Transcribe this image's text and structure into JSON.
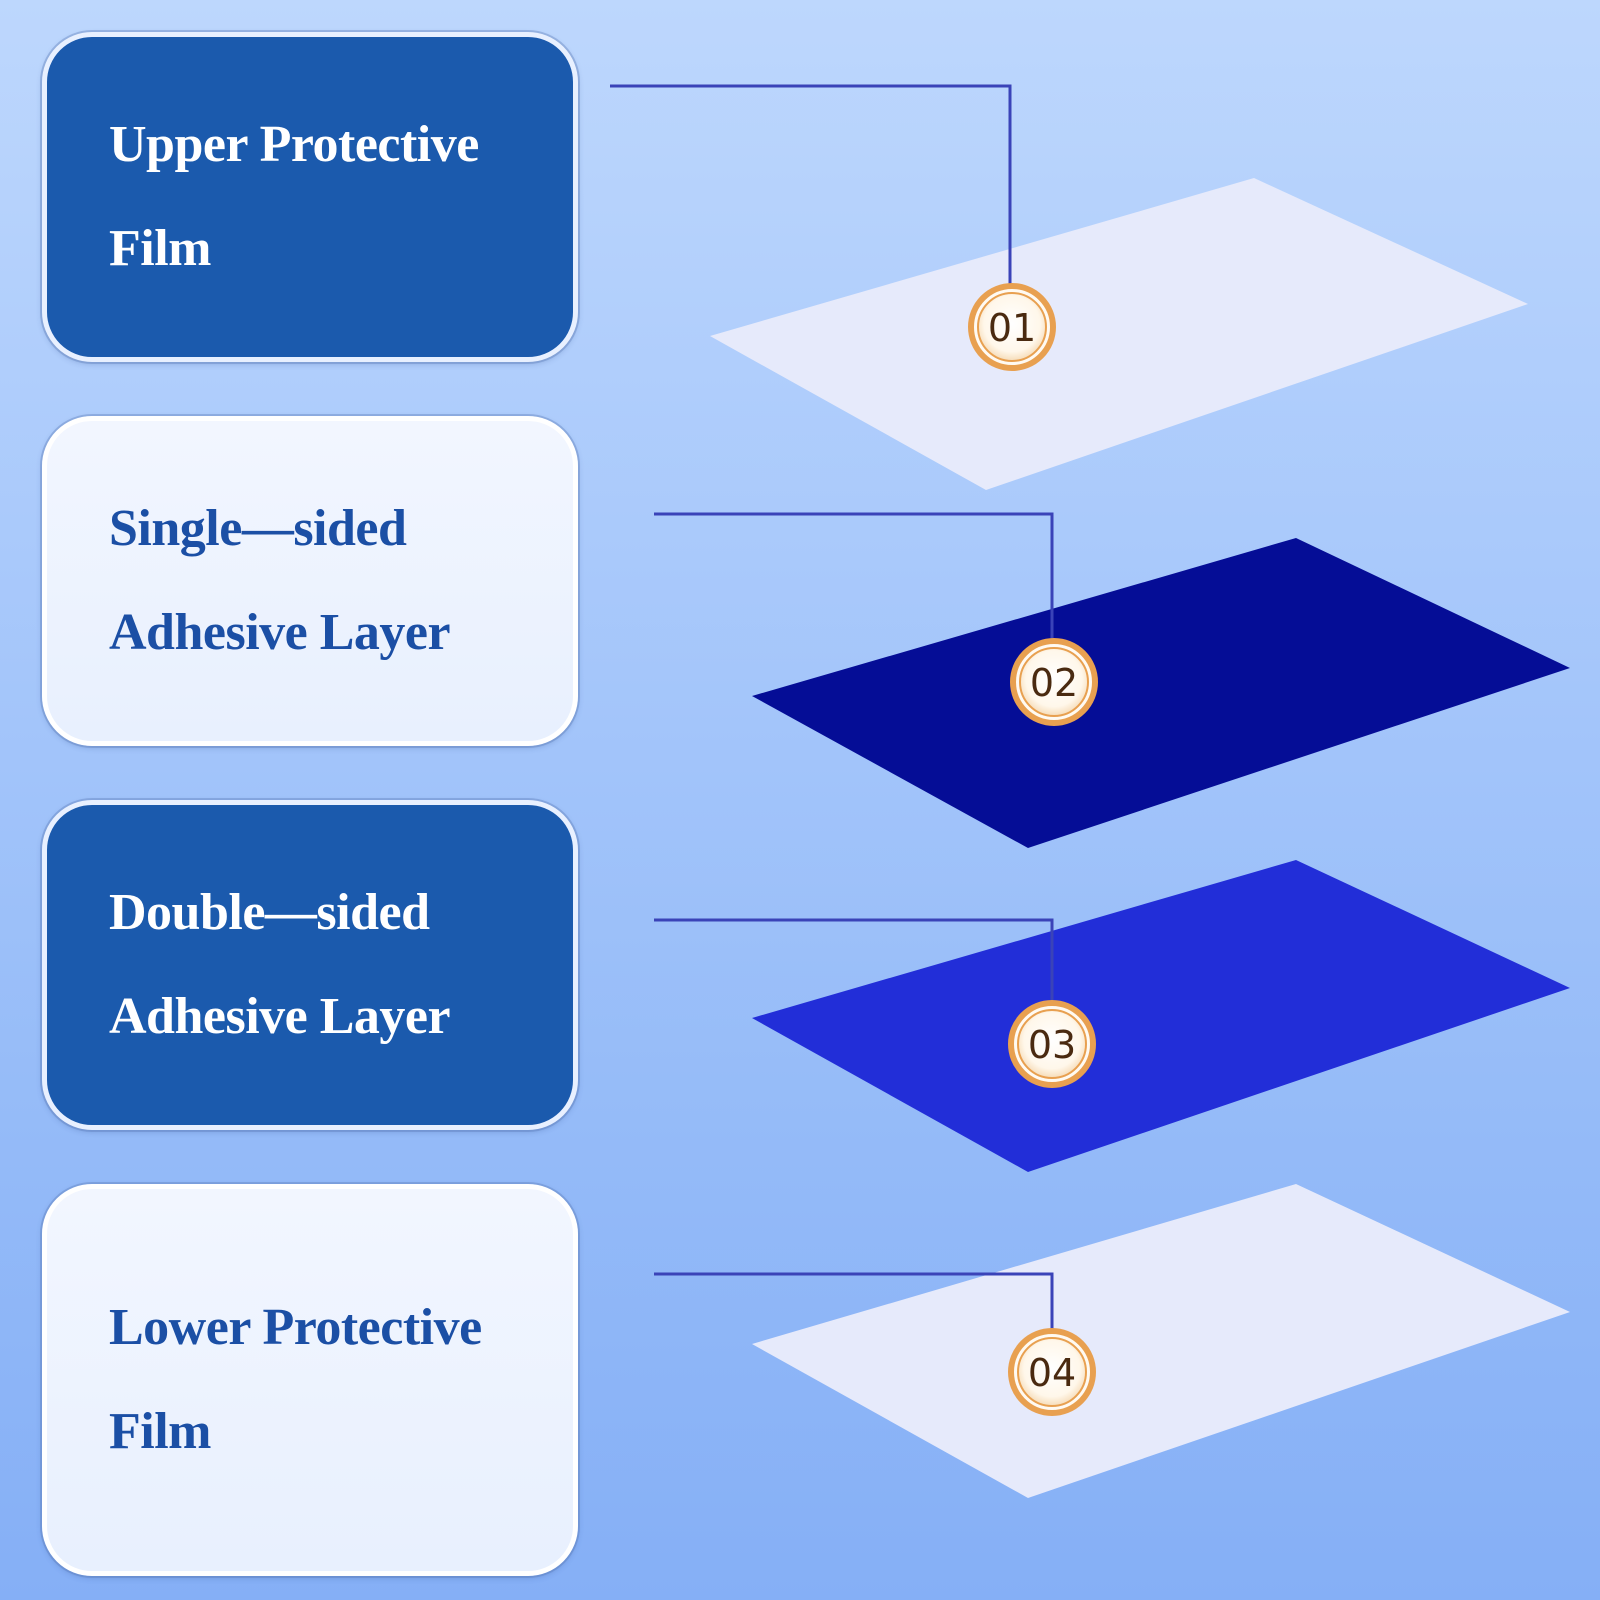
{
  "layers": [
    {
      "number": "01",
      "label_lines": [
        "Upper Protective",
        "Film"
      ],
      "card_style": "dark",
      "sheet_color": "#e6eafb"
    },
    {
      "number": "02",
      "label_lines": [
        "Single—sided",
        "Adhesive Layer"
      ],
      "card_style": "light",
      "sheet_color": "#050d96"
    },
    {
      "number": "03",
      "label_lines": [
        "Double—sided",
        "Adhesive Layer"
      ],
      "card_style": "dark",
      "sheet_color": "#222ed8"
    },
    {
      "number": "04",
      "label_lines": [
        "Lower Protective",
        "Film"
      ],
      "card_style": "light",
      "sheet_color": "#e6eafb"
    }
  ],
  "colors": {
    "dark_card": "#1b5aad",
    "light_text": "#1b4fa5",
    "connector": "#3a43b8",
    "badge_ring": "#e8a050",
    "badge_fill": "#fffaf2"
  }
}
